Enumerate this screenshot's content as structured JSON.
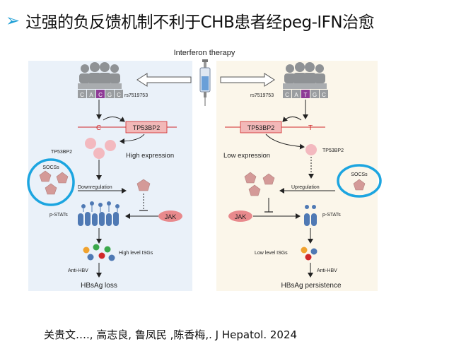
{
  "slide": {
    "title": "过强的负反馈机制不利于CHB患者经peg-IFN治愈",
    "arrow_glyph": "➢",
    "accent_color": "#1f9fd6",
    "citation": "关贵文…., 高志良, 鲁凤民 ,陈香梅,. J Hepatol. 2024"
  },
  "figure": {
    "therapy_label": "Interferon therapy",
    "left_panel": {
      "genotype_letters": [
        "C",
        "A",
        "C",
        "G",
        "C"
      ],
      "snp_label": "rs7519753",
      "allele": "C",
      "gene_box": "TP53BP2",
      "protein_label": "TP53BP2",
      "expression_label": "High expression",
      "socs_label": "SOCSs",
      "regulation_label": "Downregulation",
      "jak_label": "JAK",
      "pstats_label": "p-STATs",
      "isg_label": "High level ISGs",
      "antihbv_label": "Anti-HBV",
      "outcome_label": "HBsAg loss"
    },
    "right_panel": {
      "genotype_letters": [
        "C",
        "A",
        "T",
        "G",
        "C"
      ],
      "snp_label": "rs7519753",
      "allele": "T",
      "gene_box": "TP53BP2",
      "protein_label": "TP53BP2",
      "expression_label": "Low expression",
      "socs_label": "SOCSs",
      "regulation_label": "Upregulation",
      "jak_label": "JAK",
      "pstats_label": "p-STATs",
      "isg_label": "Low level ISGs",
      "antihbv_label": "Anti-HBV",
      "outcome_label": "HBsAg persistence"
    },
    "colors": {
      "left_bg": "#eaf1f9",
      "right_bg": "#fbf6ea",
      "highlight_circle": "#1ca5e0",
      "gene_box": "#f2b8b8",
      "allele_red": "#d0282a",
      "snp_purple": "#8e3b96",
      "receptor_blue": "#4f79b4"
    }
  }
}
